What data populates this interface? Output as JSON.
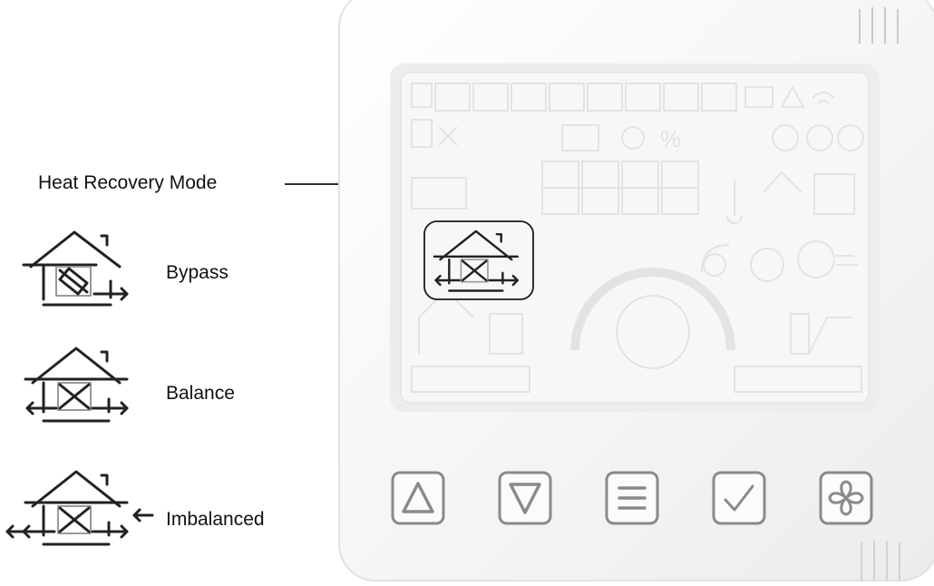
{
  "callout": {
    "text": "Heat Recovery Mode"
  },
  "modes": [
    {
      "label": "Bypass",
      "icon": "bypass-mode-icon"
    },
    {
      "label": "Balance",
      "icon": "balance-mode-icon"
    },
    {
      "label": "Imbalanced",
      "icon": "imbalanced-mode-icon"
    }
  ],
  "device": {
    "active_icon": "balance-mode-icon",
    "buttons": [
      {
        "name": "up-button",
        "icon": "triangle-up-icon"
      },
      {
        "name": "down-button",
        "icon": "triangle-down-icon"
      },
      {
        "name": "menu-button",
        "icon": "menu-lines-icon"
      },
      {
        "name": "confirm-button",
        "icon": "check-icon"
      },
      {
        "name": "fan-button",
        "icon": "fan-icon"
      }
    ]
  },
  "colors": {
    "panel": "#f2f2f2",
    "screen": "#f7f7f7",
    "segment_ghost": "#e6e6e6",
    "button_gray": "#8a8a8a",
    "ink": "#111111"
  }
}
